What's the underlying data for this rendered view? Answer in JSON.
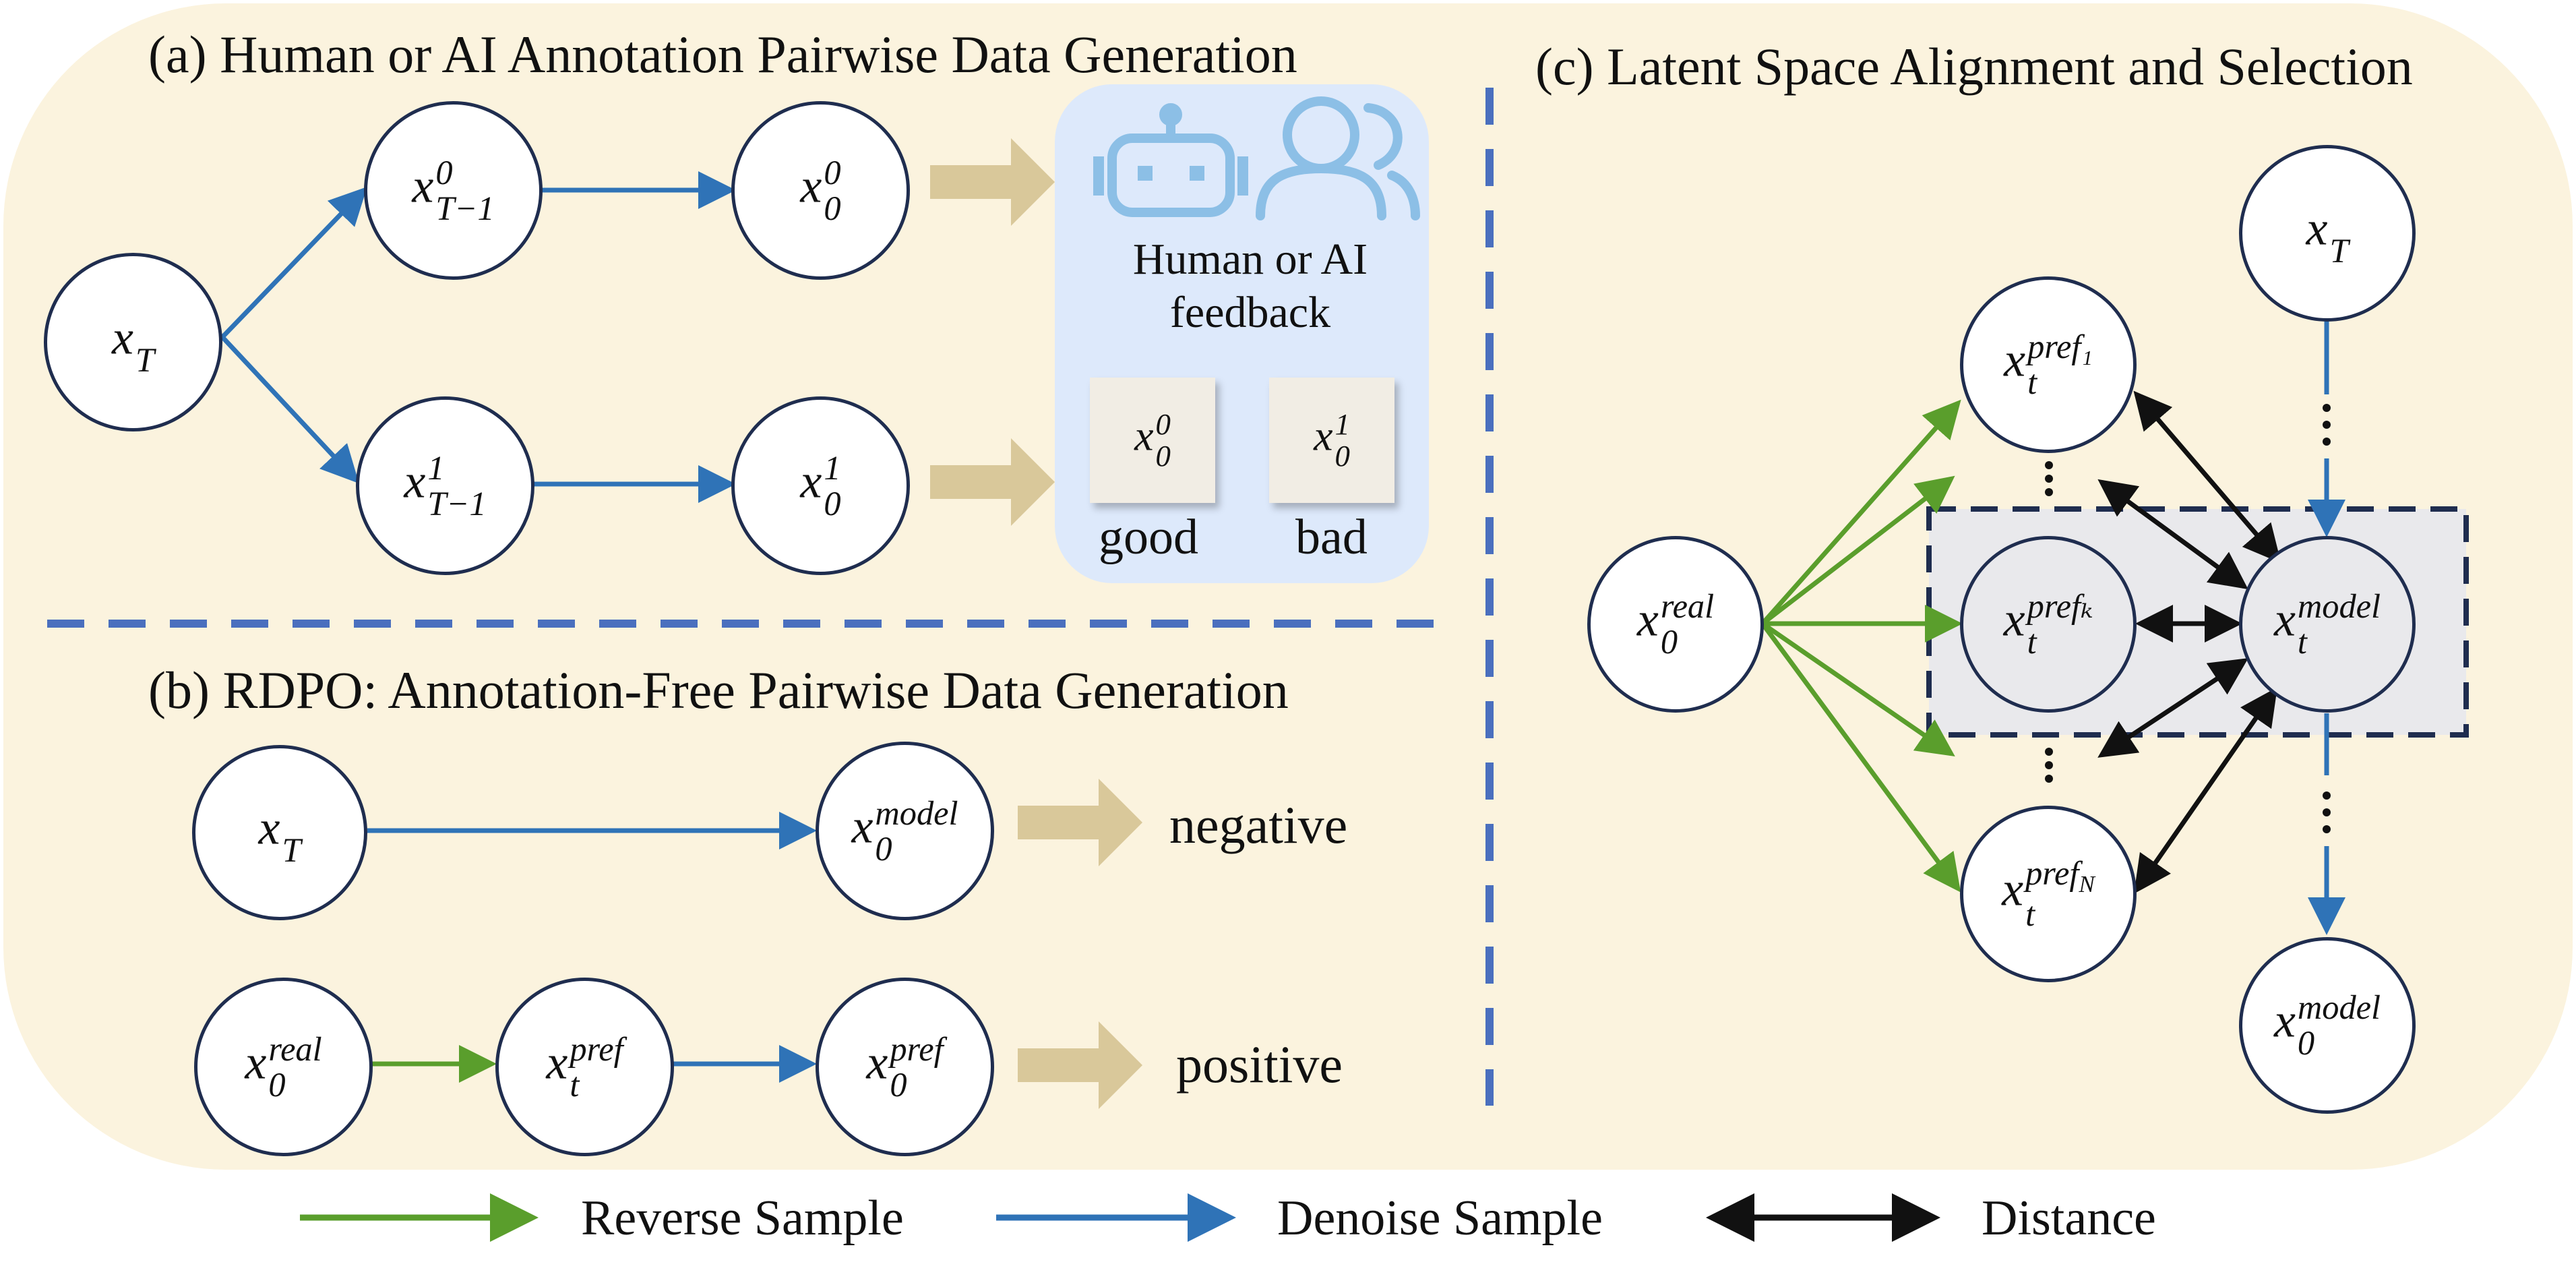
{
  "panels": {
    "a": {
      "title": "(a) Human or AI Annotation Pairwise Data Generation",
      "feedback_label": "Human or AI feedback",
      "good_label": "good",
      "bad_label": "bad"
    },
    "b": {
      "title": "(b) RDPO: Annotation-Free Pairwise Data Generation",
      "negative_label": "negative",
      "positive_label": "positive"
    },
    "c": {
      "title": "(c) Latent Space Alignment and Selection"
    }
  },
  "legend": {
    "reverse": "Reverse Sample",
    "denoise": "Denoise Sample",
    "distance": "Distance"
  },
  "colors": {
    "background": "#fbf3de",
    "reverse_arrow": "#5a9e2c",
    "denoise_arrow": "#2f73b7",
    "distance_arrow": "#111111",
    "node_border": "#1f2d4f",
    "divider": "#4a6fbe",
    "big_arrow": "#d9c89a",
    "feedback_box": "#dde9fb",
    "icon": "#8cbfe6"
  },
  "icons": [
    "robot-icon",
    "people-icon"
  ]
}
